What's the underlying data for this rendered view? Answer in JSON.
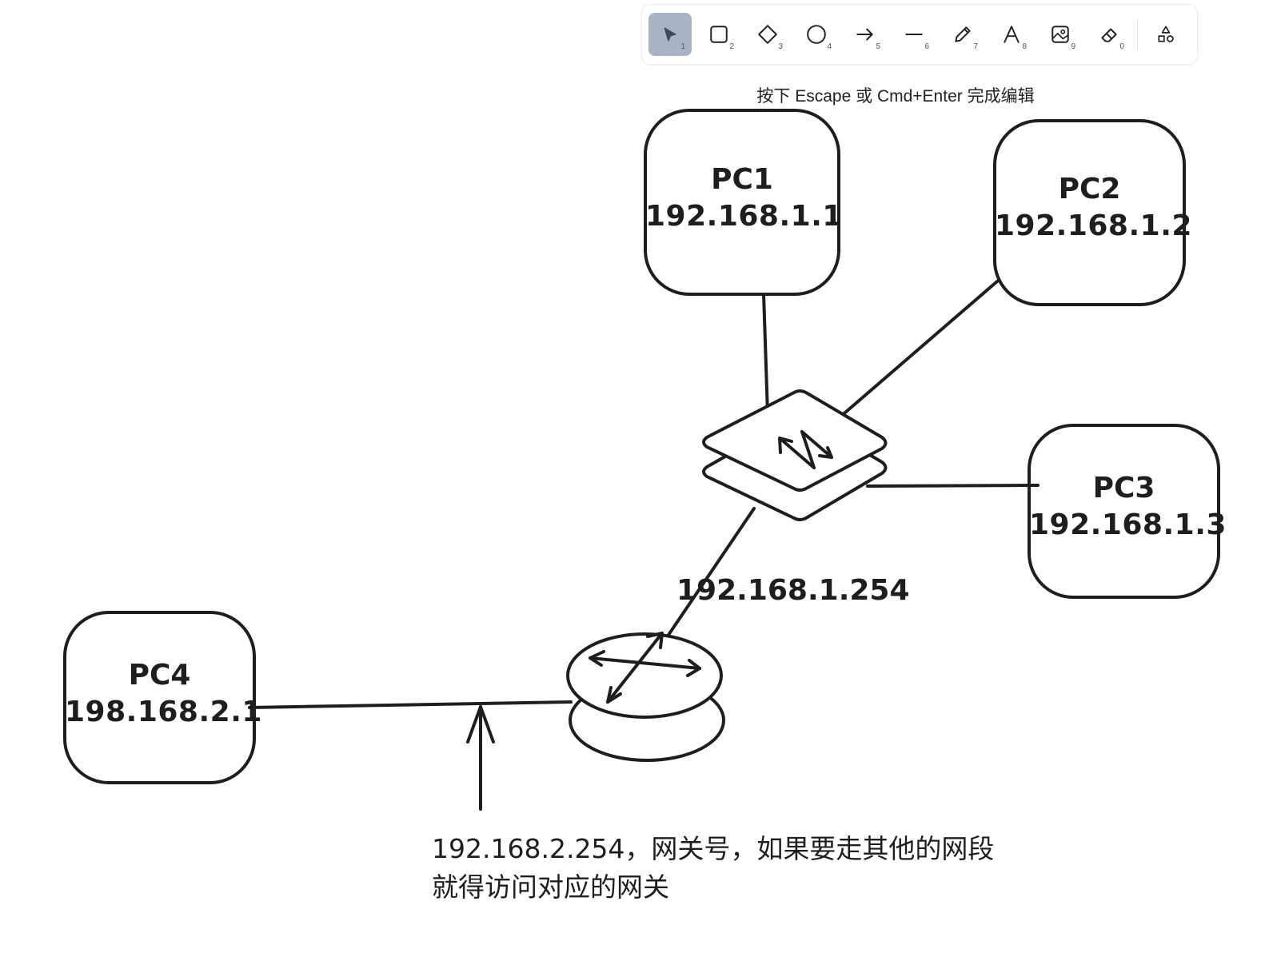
{
  "toolbar": {
    "tools": [
      {
        "icon": "selection-icon",
        "key": "1",
        "active": true
      },
      {
        "icon": "rectangle-icon",
        "key": "2"
      },
      {
        "icon": "diamond-icon",
        "key": "3"
      },
      {
        "icon": "ellipse-icon",
        "key": "4"
      },
      {
        "icon": "arrow-icon",
        "key": "5"
      },
      {
        "icon": "line-icon",
        "key": "6"
      },
      {
        "icon": "pencil-icon",
        "key": "7"
      },
      {
        "icon": "text-icon",
        "key": "8"
      },
      {
        "icon": "image-icon",
        "key": "9"
      },
      {
        "icon": "eraser-icon",
        "key": "0"
      },
      {
        "icon": "library-shapes-icon",
        "key": ""
      }
    ]
  },
  "hint": "按下 Escape 或 Cmd+Enter 完成编辑",
  "nodes": {
    "pc1": {
      "name": "PC1",
      "ip": "192.168.1.1"
    },
    "pc2": {
      "name": "PC2",
      "ip": "192.168.1.2"
    },
    "pc3": {
      "name": "PC3",
      "ip": "192.168.1.3"
    },
    "pc4": {
      "name": "PC4",
      "ip": "198.168.2.1"
    }
  },
  "router_ip": "192.168.1.254",
  "note": {
    "line1": "192.168.2.254，网关号，如果要走其他的网段",
    "line2": "就得访问对应的网关"
  },
  "colors": {
    "stroke": "#1e1e1e",
    "active_tool": "#a8b4c4"
  }
}
